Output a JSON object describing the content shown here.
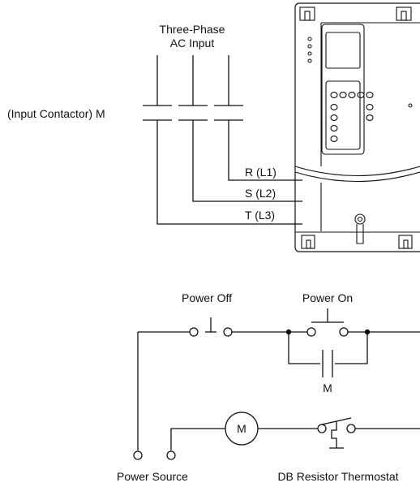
{
  "diagram": {
    "input_title_line1": "Three-Phase",
    "input_title_line2": "AC Input",
    "contactor_label": "(Input Contactor) M",
    "terminals": [
      "R (L1)",
      "S (L2)",
      "T (L3)"
    ],
    "power_off_label": "Power Off",
    "power_on_label": "Power On",
    "holding_contact_label": "M",
    "coil_label": "M",
    "power_source_label": "Power Source",
    "thermostat_label": "DB Resistor Thermostat"
  }
}
